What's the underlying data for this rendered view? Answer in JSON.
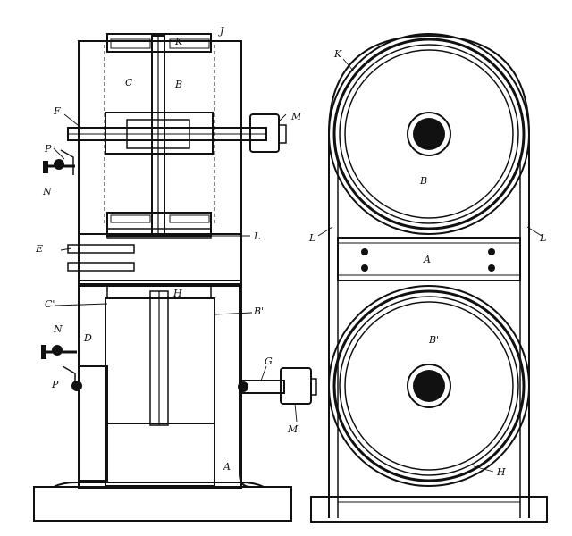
{
  "figure": {
    "ink_color": "#111111",
    "paper_color": "#ffffff",
    "views": [
      "sectional-side-elevation",
      "end-elevation"
    ]
  },
  "labels": {
    "J": "J",
    "K_top": "K",
    "C": "C",
    "B": "B",
    "F": "F",
    "M_top": "M",
    "P_top": "P",
    "N_top": "N",
    "L_left": "L",
    "E": "E",
    "C1": "C'",
    "H_left": "H",
    "B1_left": "B'",
    "N_bottom": "N",
    "D": "D",
    "P_bottom": "P",
    "G": "G",
    "M_bottom": "M",
    "A_left": "A",
    "K_right": "K",
    "B_right": "B",
    "L_right_outer": "L",
    "L_right_inner": "L",
    "A_right": "A",
    "B1_right": "B'",
    "H_right": "H"
  }
}
